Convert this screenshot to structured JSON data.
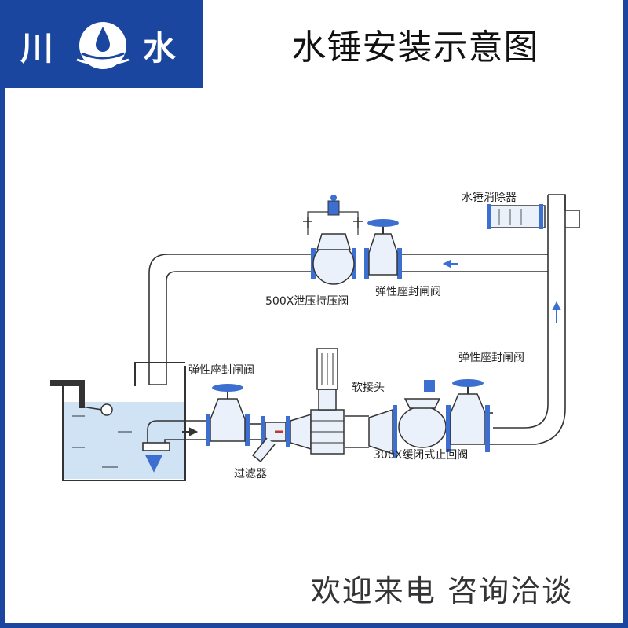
{
  "brand": {
    "char_left": "川",
    "char_right": "水"
  },
  "title": "水锤安装示意图",
  "labels": {
    "hammer_arrester": "水锤消除器",
    "relief_valve_500x": "500X泄压持压阀",
    "gate_valve_top": "弹性座封闸阀",
    "gate_valve_left": "弹性座封闸阀",
    "gate_valve_right": "弹性座封闸阀",
    "flex_joint": "软接头",
    "check_valve_300x": "300X缓闭式止回阀",
    "strainer": "过滤器"
  },
  "footer": "欢迎来电  咨询洽谈",
  "colors": {
    "brand_blue": "#1a46a0",
    "valve_blue": "#3c6fd0",
    "water": "#cfe3f4"
  }
}
